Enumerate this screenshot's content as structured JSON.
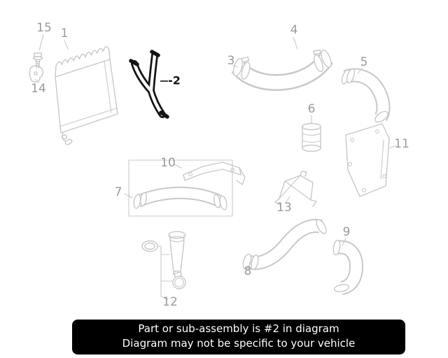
{
  "banner": {
    "line1": "Part or sub-assembly is #2 in diagram",
    "line2": "Diagram may not be specific to your vehicle"
  },
  "highlight": {
    "part_number": "2",
    "label": "-2"
  },
  "part_labels": {
    "p1": "1",
    "p3": "3",
    "p4": "4",
    "p5": "5",
    "p6": "6",
    "p7": "7",
    "p8": "8",
    "p9": "9",
    "p10": "10",
    "p11": "11",
    "p12": "12",
    "p13": "13",
    "p14": "14",
    "p15": "15"
  },
  "colors": {
    "background": "#ffffff",
    "line_art": "#c8c8c8",
    "label": "#9a9a9a",
    "highlight": "#141414",
    "banner_bg": "#000000",
    "banner_text": "#ffffff"
  }
}
